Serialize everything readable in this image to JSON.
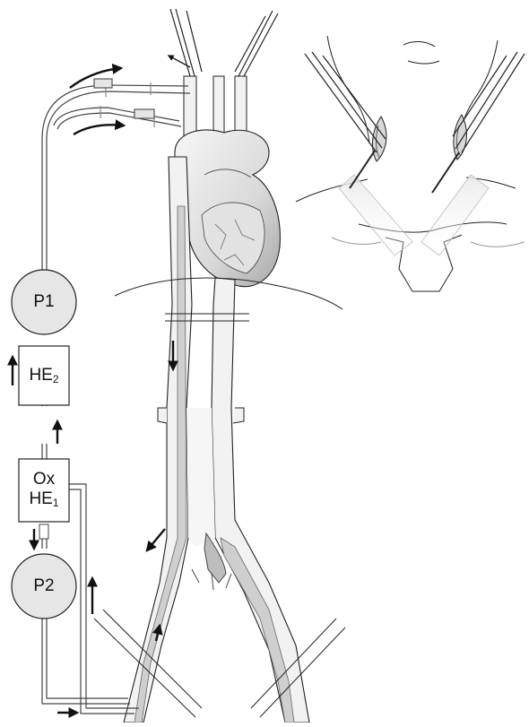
{
  "nodes": {
    "pump_top": {
      "label": "P1"
    },
    "heat_exchanger_2": {
      "label": "HE",
      "sub": "2"
    },
    "oxygenator": {
      "line1": "Ox",
      "line2": "HE",
      "line2_sub": "1"
    },
    "pump_bottom": {
      "label": "P2"
    }
  },
  "colors": {
    "stroke": "#222222",
    "pump_fill": "#e6e6e6",
    "box_fill": "#ffffff",
    "vessel_fill": "#f2f2f2",
    "vessel_shade": "#cfcfcf",
    "tube": "#555555"
  }
}
